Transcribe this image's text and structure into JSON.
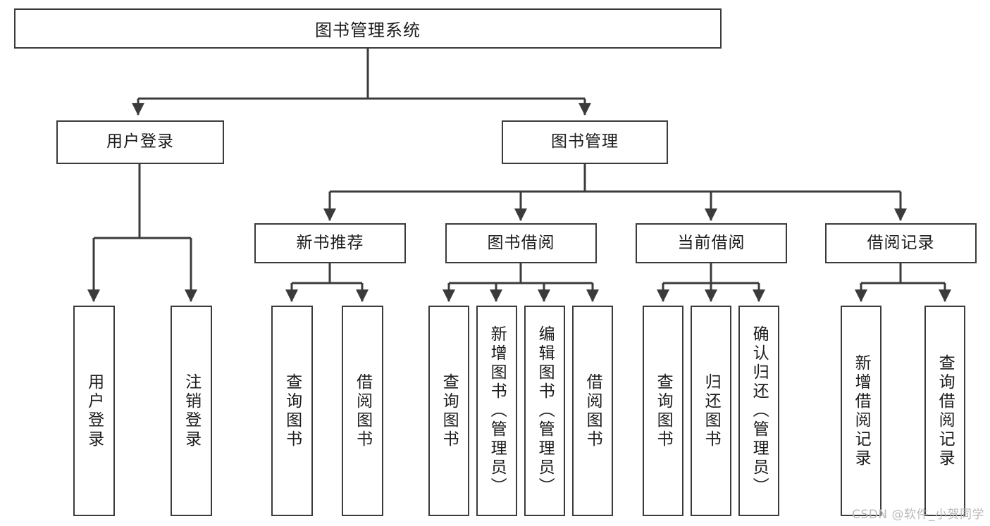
{
  "diagram": {
    "type": "tree-hierarchy-chart",
    "title": "图书管理系统",
    "watermark": "CSDN @软件_小贺同学",
    "stroke_color": "#3b3b3b",
    "background_color": "#ffffff",
    "text_color": "#1c1c1c"
  },
  "root": {
    "label": "图书管理系统"
  },
  "level2": [
    {
      "label": "用户登录"
    },
    {
      "label": "图书管理"
    }
  ],
  "level3": [
    {
      "label": "新书推荐"
    },
    {
      "label": "图书借阅"
    },
    {
      "label": "当前借阅"
    },
    {
      "label": "借阅记录"
    }
  ],
  "leaves": {
    "user_login": [
      {
        "label": "用户登录"
      },
      {
        "label": "注销登录"
      }
    ],
    "new_book": [
      {
        "label": "查询图书"
      },
      {
        "label": "借阅图书"
      }
    ],
    "book_borrow": [
      {
        "label": "查询图书"
      },
      {
        "label": "新增图书（管理员）"
      },
      {
        "label": "编辑图书（管理员）"
      },
      {
        "label": "借阅图书"
      }
    ],
    "current_borrow": [
      {
        "label": "查询图书"
      },
      {
        "label": "归还图书"
      },
      {
        "label": "确认归还（管理员）"
      }
    ],
    "borrow_record": [
      {
        "label": "新增借阅记录"
      },
      {
        "label": "查询借阅记录"
      }
    ]
  }
}
